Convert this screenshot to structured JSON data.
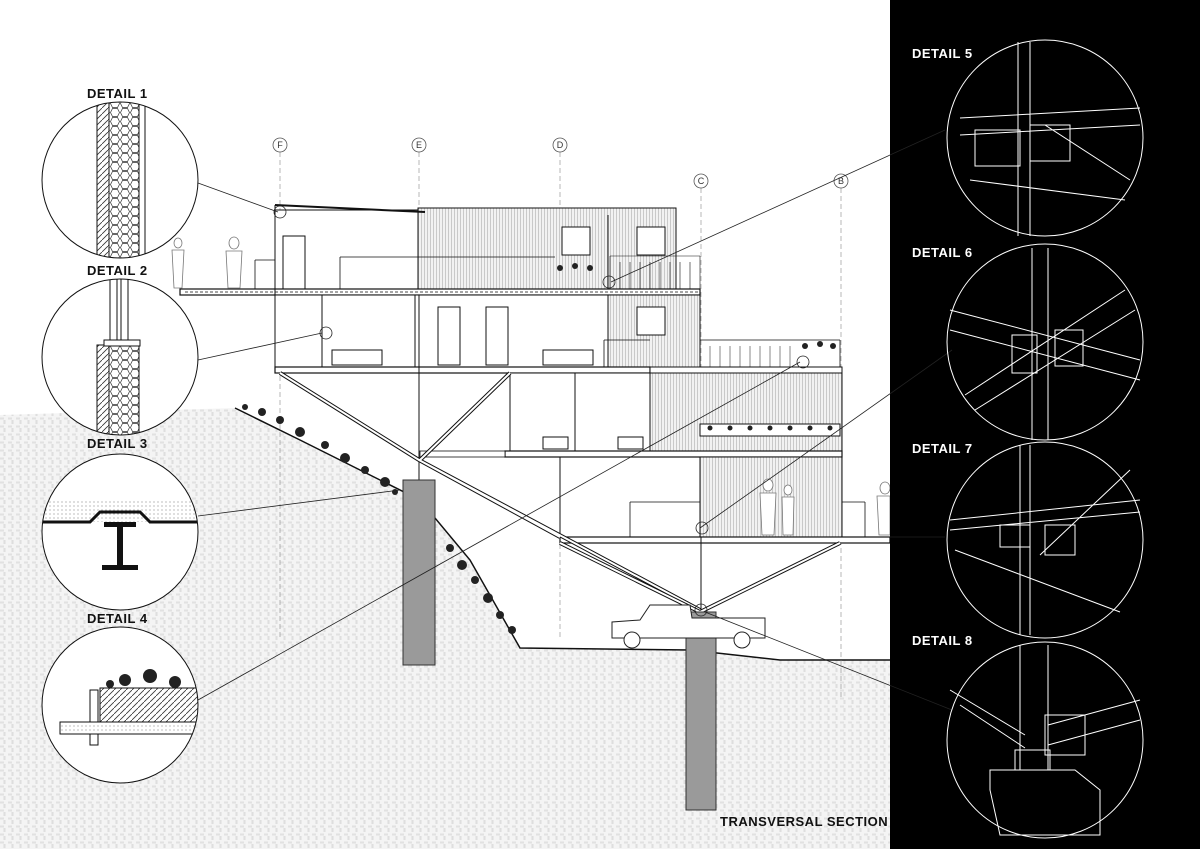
{
  "title": "TRANSVERSAL SECTION",
  "details_left": [
    {
      "label": "DETAIL  1"
    },
    {
      "label": "DETAIL  2"
    },
    {
      "label": "DETAIL  3"
    },
    {
      "label": "DETAIL  4"
    }
  ],
  "details_right": [
    {
      "label": "DETAIL  5"
    },
    {
      "label": "DETAIL  6"
    },
    {
      "label": "DETAIL  7"
    },
    {
      "label": "DETAIL  8"
    }
  ],
  "grid_axes": [
    "F",
    "E",
    "D",
    "C",
    "B"
  ],
  "colors": {
    "background": "#ffffff",
    "right_panel": "#000000",
    "ink": "#111111",
    "ground_hatch": "#d8d8d8",
    "pier": "#9a9a9a"
  }
}
